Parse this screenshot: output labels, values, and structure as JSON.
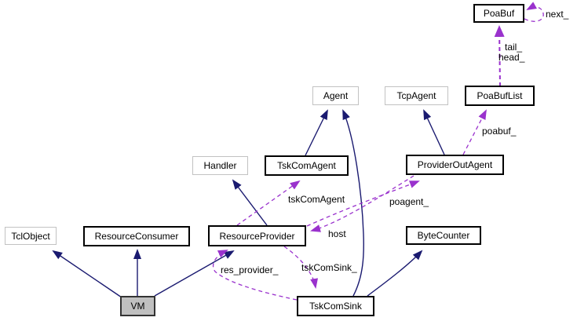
{
  "diagram": {
    "type": "class-collaboration-diagram",
    "focus_class": "VM",
    "colors": {
      "background": "#ffffff",
      "inheritance_edge": "#1a1a70",
      "usage_edge": "#9a32cd",
      "node_border": "#000000",
      "external_node_border": "#c2c2c2",
      "focus_node_fill": "#c0c0c0",
      "node_fill": "#ffffff",
      "text": "#000000"
    },
    "nodes": [
      {
        "id": "PoaBuf",
        "label": "PoaBuf",
        "kind": "documented"
      },
      {
        "id": "TcpAgent",
        "label": "TcpAgent",
        "kind": "external"
      },
      {
        "id": "PoaBufList",
        "label": "PoaBufList",
        "kind": "documented"
      },
      {
        "id": "Agent",
        "label": "Agent",
        "kind": "external"
      },
      {
        "id": "Handler",
        "label": "Handler",
        "kind": "external"
      },
      {
        "id": "TskComAgent",
        "label": "TskComAgent",
        "kind": "documented"
      },
      {
        "id": "ProviderOutAgent",
        "label": "ProviderOutAgent",
        "kind": "documented"
      },
      {
        "id": "TclObject",
        "label": "TclObject",
        "kind": "external"
      },
      {
        "id": "ResourceConsumer",
        "label": "ResourceConsumer",
        "kind": "documented"
      },
      {
        "id": "ResourceProvider",
        "label": "ResourceProvider",
        "kind": "documented"
      },
      {
        "id": "ByteCounter",
        "label": "ByteCounter",
        "kind": "documented"
      },
      {
        "id": "TskComSink",
        "label": "TskComSink",
        "kind": "documented"
      },
      {
        "id": "VM",
        "label": "VM",
        "kind": "focus"
      }
    ],
    "edge_labels": {
      "next": "next_",
      "tail": "tail_",
      "head": "head_",
      "poabuf": "poabuf_",
      "tskComAgent": "tskComAgent",
      "poagent": "poagent_",
      "host": "host",
      "res_provider": "res_provider_",
      "tskComSink": "tskComSink_"
    },
    "edges": [
      {
        "from": "VM",
        "to": "TclObject",
        "type": "inheritance",
        "label": ""
      },
      {
        "from": "VM",
        "to": "ResourceConsumer",
        "type": "inheritance",
        "label": ""
      },
      {
        "from": "VM",
        "to": "ResourceProvider",
        "type": "inheritance",
        "label": ""
      },
      {
        "from": "ResourceProvider",
        "to": "Handler",
        "type": "inheritance",
        "label": ""
      },
      {
        "from": "TskComAgent",
        "to": "Agent",
        "type": "inheritance",
        "label": ""
      },
      {
        "from": "TskComSink",
        "to": "Agent",
        "type": "inheritance",
        "label": ""
      },
      {
        "from": "TskComSink",
        "to": "ByteCounter",
        "type": "inheritance",
        "label": ""
      },
      {
        "from": "ProviderOutAgent",
        "to": "TcpAgent",
        "type": "inheritance",
        "label": ""
      },
      {
        "from": "PoaBuf",
        "to": "PoaBuf",
        "type": "usage",
        "label": "next_"
      },
      {
        "from": "PoaBufList",
        "to": "PoaBuf",
        "type": "usage",
        "label": "tail_ head_"
      },
      {
        "from": "ProviderOutAgent",
        "to": "PoaBufList",
        "type": "usage",
        "label": "poabuf_"
      },
      {
        "from": "ResourceProvider",
        "to": "TskComAgent",
        "type": "usage",
        "label": "tskComAgent"
      },
      {
        "from": "ResourceProvider",
        "to": "ProviderOutAgent",
        "type": "usage",
        "label": "poagent_"
      },
      {
        "from": "ProviderOutAgent",
        "to": "ResourceProvider",
        "type": "usage",
        "label": "host"
      },
      {
        "from": "ResourceProvider",
        "to": "TskComSink",
        "type": "usage",
        "label": "tskComSink_"
      },
      {
        "from": "TskComSink",
        "to": "ResourceProvider",
        "type": "usage",
        "label": "res_provider_"
      }
    ]
  }
}
